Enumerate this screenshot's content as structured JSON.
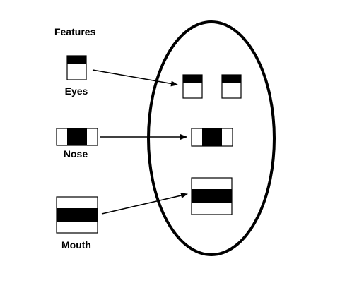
{
  "title": "Features",
  "features": [
    {
      "label": "Eyes"
    },
    {
      "label": "Nose"
    },
    {
      "label": "Mouth"
    }
  ],
  "colors": {
    "ink": "#000000",
    "paper": "#ffffff"
  }
}
